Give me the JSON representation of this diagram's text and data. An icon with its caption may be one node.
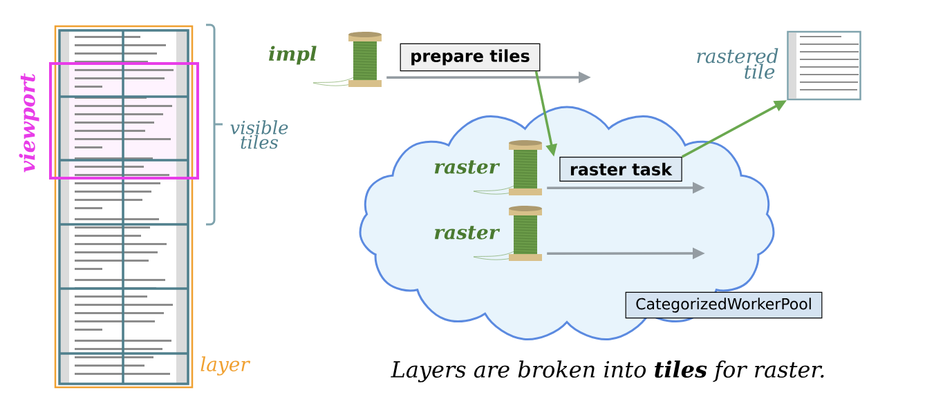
{
  "diagram": {
    "caption": "Layers are broken into **tiles** for raster.",
    "nodes": [
      {
        "text": [],
        "shape": "picture",
        "beside": [
          "impl"
        ]
      },
      {
        "text": [
          "prepare tiles"
        ]
      },
      {
        "text": [],
        "shape": "picture",
        "beside": [
          "rastered tile"
        ]
      },
      {
        "text": [],
        "shape": "cloud"
      },
      {
        "text": [],
        "shape": "picture",
        "beside": [
          "raster"
        ],
        "in": 3
      },
      {
        "text": [
          "raster task"
        ],
        "in": 3
      },
      {
        "text": [],
        "shape": "picture",
        "beside": [
          "raster"
        ],
        "in": 3
      },
      {
        "text": [
          "CategorizedWorkerPool"
        ]
      }
    ],
    "edges": [
      {
        "from": 0,
        "to": null,
        "arrow": "to"
      },
      {
        "from": 1,
        "to": 5,
        "arrow": "to",
        "color": "#6aa84f"
      },
      {
        "from": 5,
        "to": 2,
        "arrow": "to",
        "color": "#6aa84f"
      },
      {
        "from": 4,
        "to": null,
        "arrow": "to"
      },
      {
        "from": 6,
        "to": null,
        "arrow": "to"
      }
    ],
    "labels": [
      "viewport",
      "visible tiles",
      "layer"
    ]
  }
}
